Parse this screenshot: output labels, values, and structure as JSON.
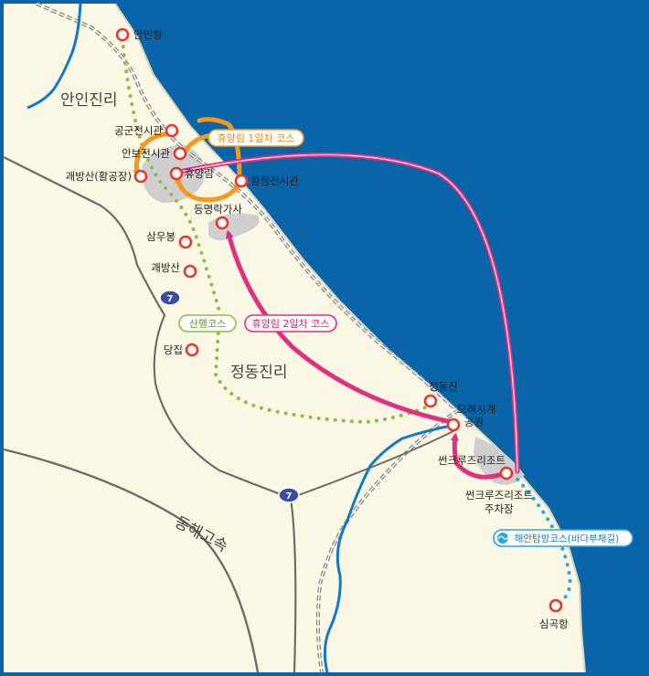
{
  "colors": {
    "sea": "#0a64a8",
    "land": "#faf7e4",
    "road": "#6d6d6d",
    "rail": "#8a8a8a",
    "poi_ring": "#e63a2f",
    "course_1day": "#f39a1e",
    "course_2day": "#e0307e",
    "course_mountain": "#8cbf4a",
    "course_coast": "#2aa6df",
    "river": "#1478c4",
    "highway_shield": "#3a4e9e"
  },
  "regions": {
    "anin": "안인진리",
    "jeongdong": "정동진리",
    "expressway": "동해고속"
  },
  "pois": {
    "aninhang": "안인항",
    "gonggun": "공군전시관",
    "anbo": "안보전시관",
    "gwaebang_factory": "괘방산(활공장)",
    "hyuyangrim": "휴양림",
    "hamjeong": "함정전시관",
    "deungmyeong": "등명락가사",
    "samubong": "삼우봉",
    "gwaebangsan": "괘방산",
    "dangjip": "당집",
    "jeongdongjin": "정동진",
    "sandglass_1": "모래시계",
    "sandglass_2": "공원",
    "suncruise": "썬크루즈리조트",
    "suncruise_parking_1": "썬크루즈리조트",
    "suncruise_parking_2": "주차장",
    "simgokhang": "심곡항"
  },
  "courses": {
    "day1": "휴양림 1일차 코스",
    "day2": "휴양림 2일차 코스",
    "mountain": "산행코스",
    "coast": "해안탐방코스(바다부채길)"
  },
  "highway": {
    "shield_a": "7",
    "shield_b": "7"
  },
  "icons": {
    "coast_badge": "wave-icon"
  }
}
